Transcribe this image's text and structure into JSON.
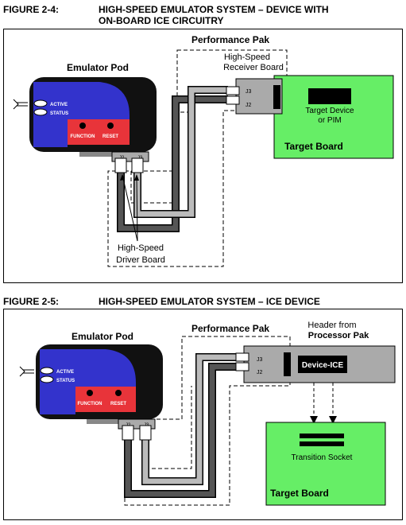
{
  "figures": [
    {
      "number": "FIGURE 2-4:",
      "title_line1": "HIGH-SPEED EMULATOR SYSTEM – DEVICE WITH",
      "title_line2": "ON-BOARD ICE CIRCUITRY",
      "labels": {
        "performance_pak": "Performance Pak",
        "emulator_pod": "Emulator Pod",
        "receiver_line1": "High-Speed",
        "receiver_line2": "Receiver Board",
        "target_device_line1": "Target Device",
        "target_device_line2": "or PIM",
        "target_board": "Target Board",
        "driver_line1": "High-Speed",
        "driver_line2": "Driver Board",
        "active": "ACTIVE",
        "status": "STATUS",
        "function": "FUNCTION",
        "reset": "RESET",
        "j3": "J3",
        "j2": "J2",
        "pod_j2": "J2",
        "pod_j3": "J3"
      }
    },
    {
      "number": "FIGURE 2-5:",
      "title_line1": "HIGH-SPEED EMULATOR SYSTEM – ICE DEVICE",
      "labels": {
        "performance_pak": "Performance Pak",
        "emulator_pod": "Emulator Pod",
        "header_line1": "Header from",
        "header_line2": "Processor Pak",
        "device_ice": "Device-ICE",
        "transition_socket": "Transition Socket",
        "target_board": "Target Board",
        "active": "ACTIVE",
        "status": "STATUS",
        "function": "FUNCTION",
        "reset": "RESET",
        "j3": "J3",
        "j2": "J2",
        "pod_j2": "J2",
        "pod_j3": "J3"
      }
    }
  ],
  "colors": {
    "pod_body": "#111111",
    "pod_blue": "#3333cc",
    "pod_red": "#e8343a",
    "target_green": "#66ee66",
    "receiver_gray": "#aaaaaa",
    "cable_dark": "#555555",
    "cable_light": "#bbbbbb"
  }
}
